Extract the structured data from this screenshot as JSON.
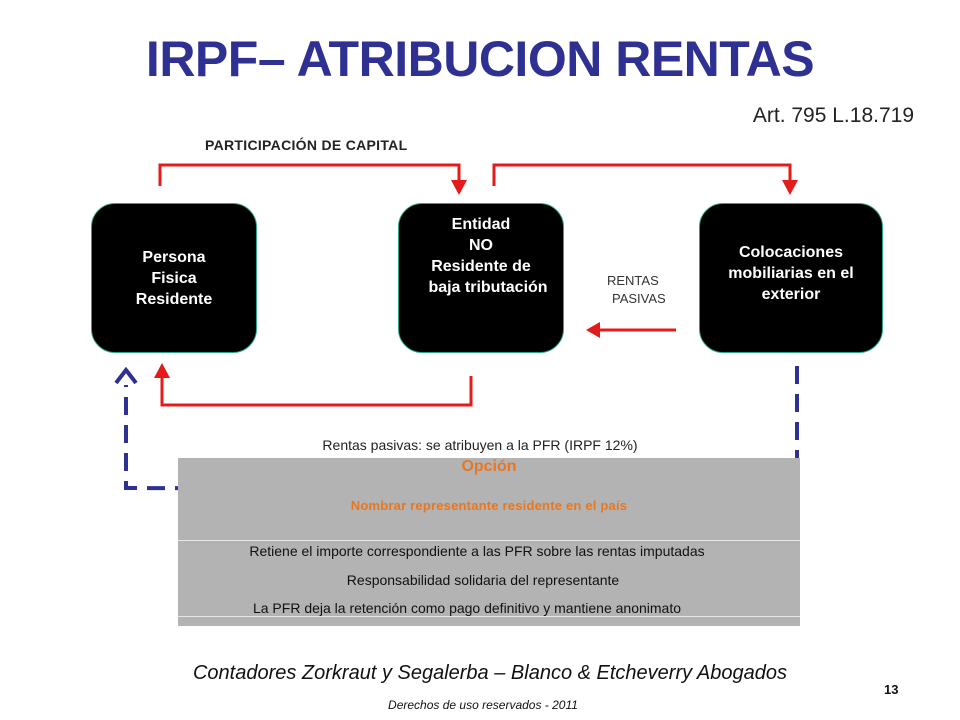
{
  "title": "IRPF– ATRIBUCION RENTAS",
  "reference": "Art. 795 L.18.719",
  "participacion_label": "PARTICIPACIÓN DE CAPITAL",
  "boxes": {
    "persona": [
      "Persona",
      "Fisica",
      "Residente"
    ],
    "entidad": [
      "Entidad",
      "NO",
      "Residente de",
      "baja tributación"
    ],
    "colocaciones": [
      "Colocaciones",
      "mobiliarias en el",
      "exterior"
    ]
  },
  "rentas_pasivas_label": [
    "RENTAS",
    "PASIVAS"
  ],
  "caption": "Rentas pasivas:  se atribuyen a la PFR (IRPF 12%)",
  "panel": {
    "opcion": "Opción",
    "nombrar": "Nombrar representante residente en el país",
    "retiene": "Retiene el importe correspondiente a las PFR sobre las rentas imputadas",
    "responsabilidad": "Responsabilidad solidaria del representante",
    "pfr": "La PFR deja la retención como pago definitivo y  mantiene anonimato"
  },
  "footer": "Contadores Zorkraut y Segalerba – Blanco & Etcheverry Abogados",
  "page_number": "13",
  "rights": "Derechos de uso reservados - 2011",
  "colors": {
    "title": "#2e3192",
    "arrow_red": "#e31b1b",
    "dashed_navy": "#2e3192",
    "box_border": "#2ca58d",
    "option_orange": "#e87722"
  }
}
